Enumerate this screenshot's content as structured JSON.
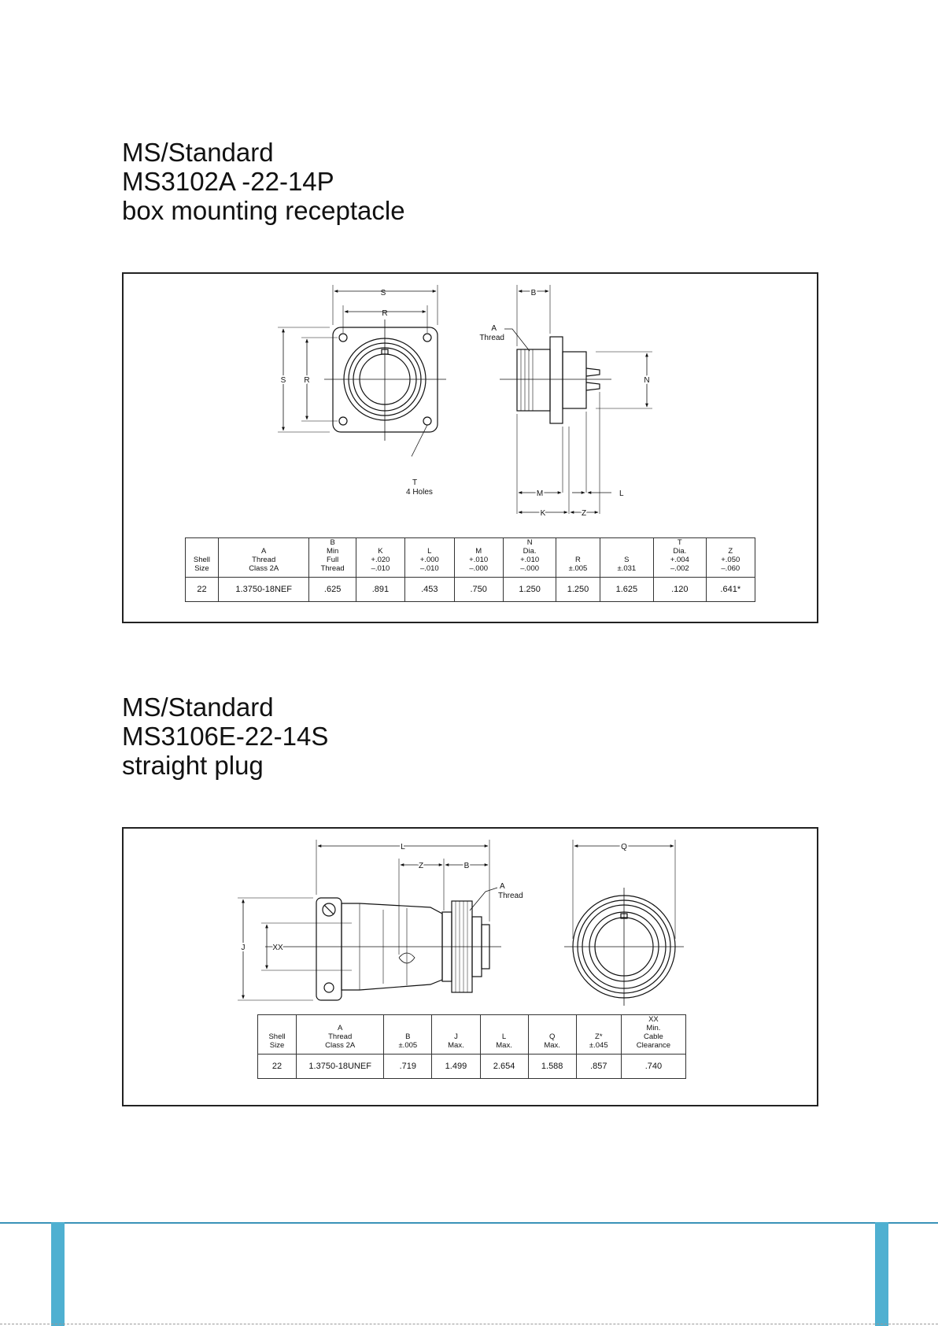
{
  "section1": {
    "title_lines": [
      "MS/Standard",
      "MS3102A -22-14P",
      "box mounting receptacle"
    ],
    "labels": {
      "S": "S",
      "R": "R",
      "B": "B",
      "A": "A",
      "thread": "Thread",
      "T": "T",
      "holes": "4 Holes",
      "N": "N",
      "M": "M",
      "K": "K",
      "L": "L",
      "Z": "Z"
    },
    "table": {
      "headers": [
        [
          "Shell",
          "Size"
        ],
        [
          "A",
          "Thread",
          "Class 2A"
        ],
        [
          "B",
          "Min",
          "Full",
          "Thread"
        ],
        [
          "K",
          "+.020",
          "–.010"
        ],
        [
          "L",
          "+.000",
          "–.010"
        ],
        [
          "M",
          "+.010",
          "–.000"
        ],
        [
          "N",
          "Dia.",
          "+.010",
          "–.000"
        ],
        [
          "R",
          "±.005"
        ],
        [
          "S",
          "±.031"
        ],
        [
          "T",
          "Dia.",
          "+.004",
          "–.002"
        ],
        [
          "Z",
          "+.050",
          "–.060"
        ]
      ],
      "row": [
        "22",
        "1.3750-18NEF",
        ".625",
        ".891",
        ".453",
        ".750",
        "1.250",
        "1.250",
        "1.625",
        ".120",
        ".641*"
      ]
    }
  },
  "section2": {
    "title_lines": [
      "MS/Standard",
      "MS3106E-22-14S",
      "straight plug"
    ],
    "labels": {
      "L": "L",
      "Z": "Z",
      "B": "B",
      "A": "A",
      "thread": "Thread",
      "J": "J",
      "XX": "XX",
      "Q": "Q"
    },
    "table": {
      "headers": [
        [
          "Shell",
          "Size"
        ],
        [
          "A",
          "Thread",
          "Class 2A"
        ],
        [
          "B",
          "±.005"
        ],
        [
          "J",
          "Max."
        ],
        [
          "L",
          "Max."
        ],
        [
          "Q",
          "Max."
        ],
        [
          "Z*",
          "±.045"
        ],
        [
          "XX",
          "Min.",
          "Cable",
          "Clearance"
        ]
      ],
      "row": [
        "22",
        "1.3750-18UNEF",
        ".719",
        "1.499",
        "2.654",
        "1.588",
        ".857",
        ".740"
      ]
    }
  }
}
